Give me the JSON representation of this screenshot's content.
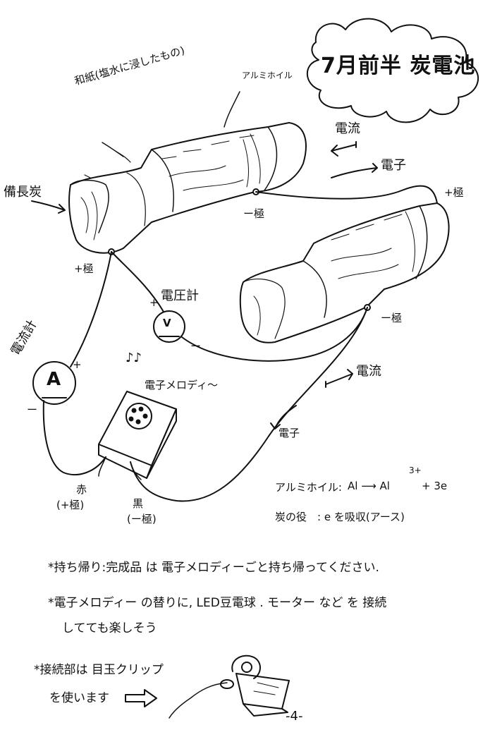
{
  "title": "7月前半 炭電池",
  "labels": {
    "aluminum_foil": "アルミホイル",
    "washi": "和紙(塩水に浸したもの)",
    "binchotan": "備長炭",
    "current_top": "電流",
    "electron_top": "電子",
    "plus_right": "+極",
    "minus_mid": "ー極",
    "plus_left": "+極",
    "voltmeter": "電圧計",
    "minus_right": "ー極",
    "ammeter": "電流計",
    "ammeter_plus": "+",
    "ammeter_minus": "ー",
    "voltmeter_minus": "ー",
    "voltmeter_plus": "+",
    "current_bottom": "電流",
    "music_notes": "♪♪",
    "melody": "電子メロディ〜",
    "electron_bottom": "電子",
    "red": "赤",
    "red_pole": "(+極)",
    "black": "黒",
    "black_pole": "(ー極)"
  },
  "meters": {
    "ammeter_letter": "A",
    "voltmeter_letter": "V"
  },
  "equations": {
    "al_label": "アルミホイル:",
    "al_reaction": "Al ⟶ Al",
    "al_charge": "3+",
    "al_electrons": "+ 3e",
    "carbon_label": "炭の役",
    "carbon_role": ": e を吸収(アース)"
  },
  "notes": [
    "*持ち帰り:完成品 は 電子メロディーごと持ち帰ってください.",
    "*電子メロディー の替りに, LED豆電球 . モーター など を 接続",
    "してても楽しそう",
    "*接続部は 目玉クリップ",
    "を使います"
  ],
  "page_number": "-4-"
}
